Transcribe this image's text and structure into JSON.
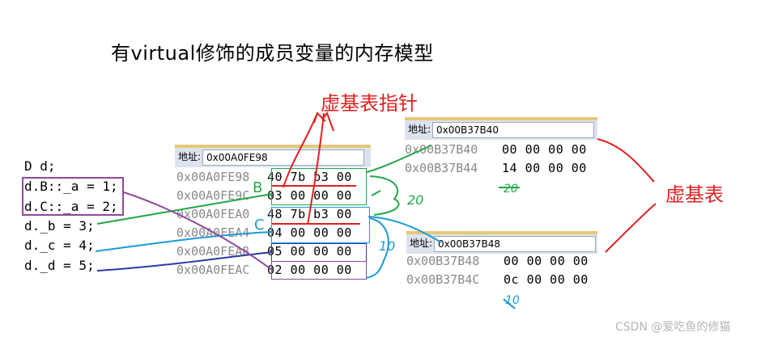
{
  "title": "有virtual修饰的成员变量的内存模型",
  "code_lines": [
    "D d;",
    "d.B::_a = 1;",
    "d.C::_a = 2;",
    "d._b = 3;",
    "d._c = 4;",
    "d._d = 5;"
  ],
  "labels": {
    "vbptr": "虚基表指针",
    "vbtable": "虚基表",
    "class_b": "B",
    "class_c": "C",
    "offset_20": "20",
    "offset_10": "10",
    "bracket_20": "20",
    "bracket_10": "10"
  },
  "panels": [
    {
      "header_label": "地址:",
      "header_value": "0x00A0FE98",
      "rows": [
        {
          "addr": "0x00A0FE98",
          "bytes": "40 7b b3 00"
        },
        {
          "addr": "0x00A0FE9C",
          "bytes": "03 00 00 00"
        },
        {
          "addr": "0x00A0FEA0",
          "bytes": "48 7b b3 00"
        },
        {
          "addr": "0x00A0FEA4",
          "bytes": "04 00 00 00"
        },
        {
          "addr": "0x00A0FEA8",
          "bytes": "05 00 00 00"
        },
        {
          "addr": "0x00A0FEAC",
          "bytes": "02 00 00 00"
        }
      ]
    },
    {
      "header_label": "地址:",
      "header_value": "0x00B37B40",
      "rows": [
        {
          "addr": "0x00B37B40",
          "bytes": "00 00 00 00"
        },
        {
          "addr": "0x00B37B44",
          "bytes": "14 00 00 00"
        }
      ]
    },
    {
      "header_label": "地址:",
      "header_value": "0x00B37B48",
      "rows": [
        {
          "addr": "0x00B37B48",
          "bytes": "00 00 00 00"
        },
        {
          "addr": "0x00B37B4C",
          "bytes": "0c 00 00 00"
        }
      ]
    }
  ],
  "watermark": "CSDN @爱吃鱼的修猫",
  "colors": {
    "red": "#e02020",
    "green": "#22a84a",
    "blue": "#1a9bd6",
    "purple": "#8e4a9a",
    "navy": "#2a3aa8"
  }
}
